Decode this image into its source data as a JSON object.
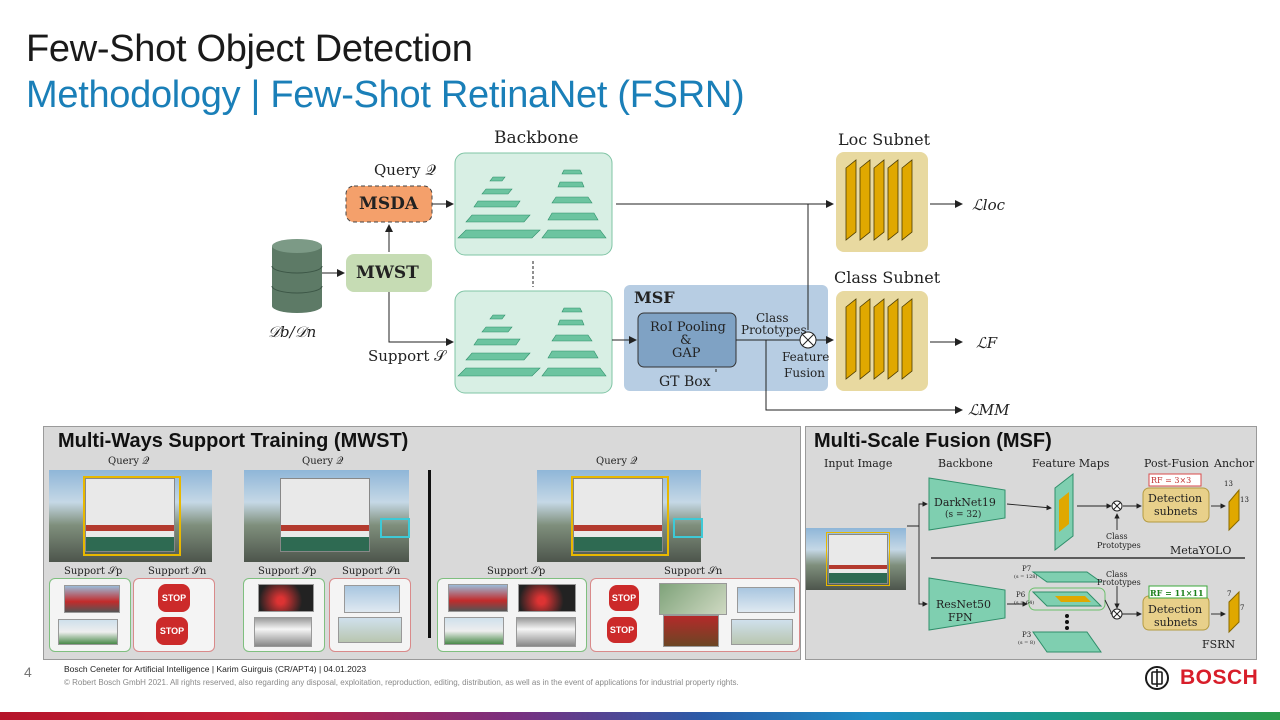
{
  "header": {
    "title": "Few-Shot Object Detection",
    "subtitle": "Methodology | Few-Shot RetinaNet (FSRN)"
  },
  "top_diagram": {
    "backbone": "Backbone",
    "query": "Query 𝒬",
    "support": "Support 𝒮",
    "msda": "MSDA",
    "mwst": "MWST",
    "dataset": "𝒟b/𝒟n",
    "msf": "MSF",
    "roi_line1": "RoI Pooling",
    "roi_line2": "&",
    "roi_line3": "GAP",
    "gt_box": "GT Box",
    "class_prototypes_1": "Class",
    "class_prototypes_2": "Prototypes",
    "feature_fusion_1": "Feature",
    "feature_fusion_2": "Fusion",
    "loc_subnet": "Loc Subnet",
    "class_subnet": "Class Subnet",
    "loss_loc": "ℒloc",
    "loss_f": "ℒF",
    "loss_mm": "ℒMM"
  },
  "mwst_panel": {
    "title": "Multi-Ways Support Training (MWST)",
    "query_label": "Query 𝒬",
    "support_p": "Support 𝒮p",
    "support_n": "Support 𝒮n",
    "stop": "STOP"
  },
  "msf_panel": {
    "title": "Multi-Scale Fusion (MSF)",
    "input_image": "Input Image",
    "backbone": "Backbone",
    "feature_maps": "Feature Maps",
    "post_fusion": "Post-Fusion",
    "anchor": "Anchor",
    "darknet": "DarkNet19",
    "darknet_s": "(s = 32)",
    "resnet": "ResNet50",
    "fpn": "FPN",
    "rf_small": "RF = 3×3",
    "rf_large": "RF = 11×11",
    "detection_1": "Detection",
    "detection_2": "subnets",
    "class_prototypes_1": "Class",
    "class_prototypes_2": "Prototypes",
    "metayolo": "MetaYOLO",
    "fsrn": "FSRN",
    "p7": "P7",
    "p7_s": "(s = 128)",
    "p6": "P6",
    "p6_s": "(s = 64)",
    "p3": "P3",
    "p3_s": "(s = 8)",
    "dim_13": "13",
    "dim_7": "7"
  },
  "footer": {
    "page": "4",
    "line1": "Bosch Ceneter for Artificial Intelligence | Karim Guirguis (CR/APT4) | 04.01.2023",
    "line2": "© Robert Bosch GmbH 2021. All rights reserved, also regarding any disposal, exploitation, reproduction, editing, distribution, as well as in the event of applications for industrial property rights.",
    "brand": "BOSCH"
  },
  "colors": {
    "accent_blue": "#1a7fb8",
    "msda_orange": "#f4a06b",
    "mwst_green": "#c6dcb4",
    "backbone_green": "#d8efe4",
    "subnet_gold": "#e8d9a0",
    "msf_blue": "#b7cde3",
    "bosch_red": "#d81e2a"
  }
}
